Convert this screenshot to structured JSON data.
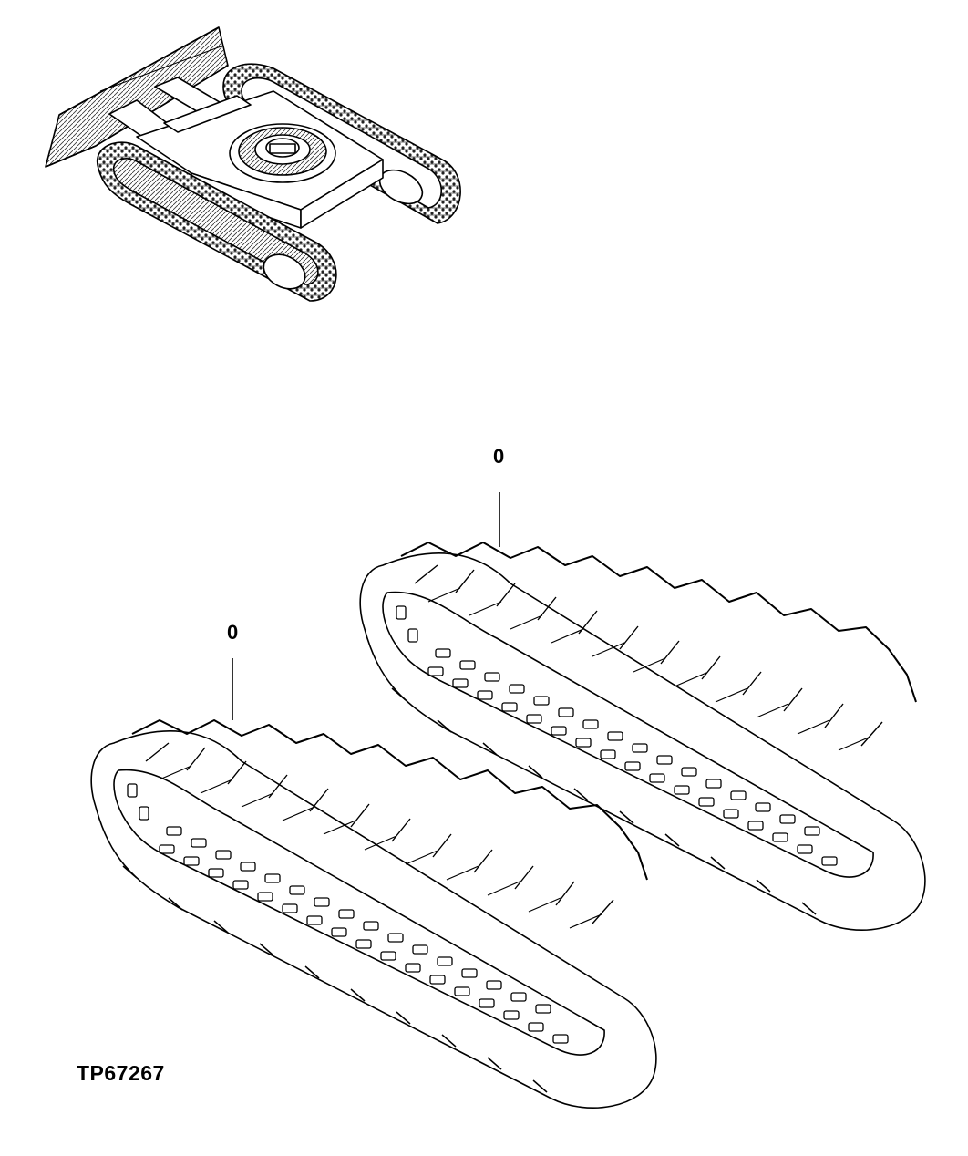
{
  "figure_id": "TP67267",
  "callouts": [
    {
      "label": "0",
      "part": "track-right-rear"
    },
    {
      "label": "0",
      "part": "track-left-front"
    }
  ],
  "colors": {
    "ink": "#000000",
    "paper": "#ffffff",
    "track_shading": "#555555"
  },
  "icons": {
    "undercarriage": "undercarriage-illustration",
    "track": "rubber-track-illustration"
  }
}
